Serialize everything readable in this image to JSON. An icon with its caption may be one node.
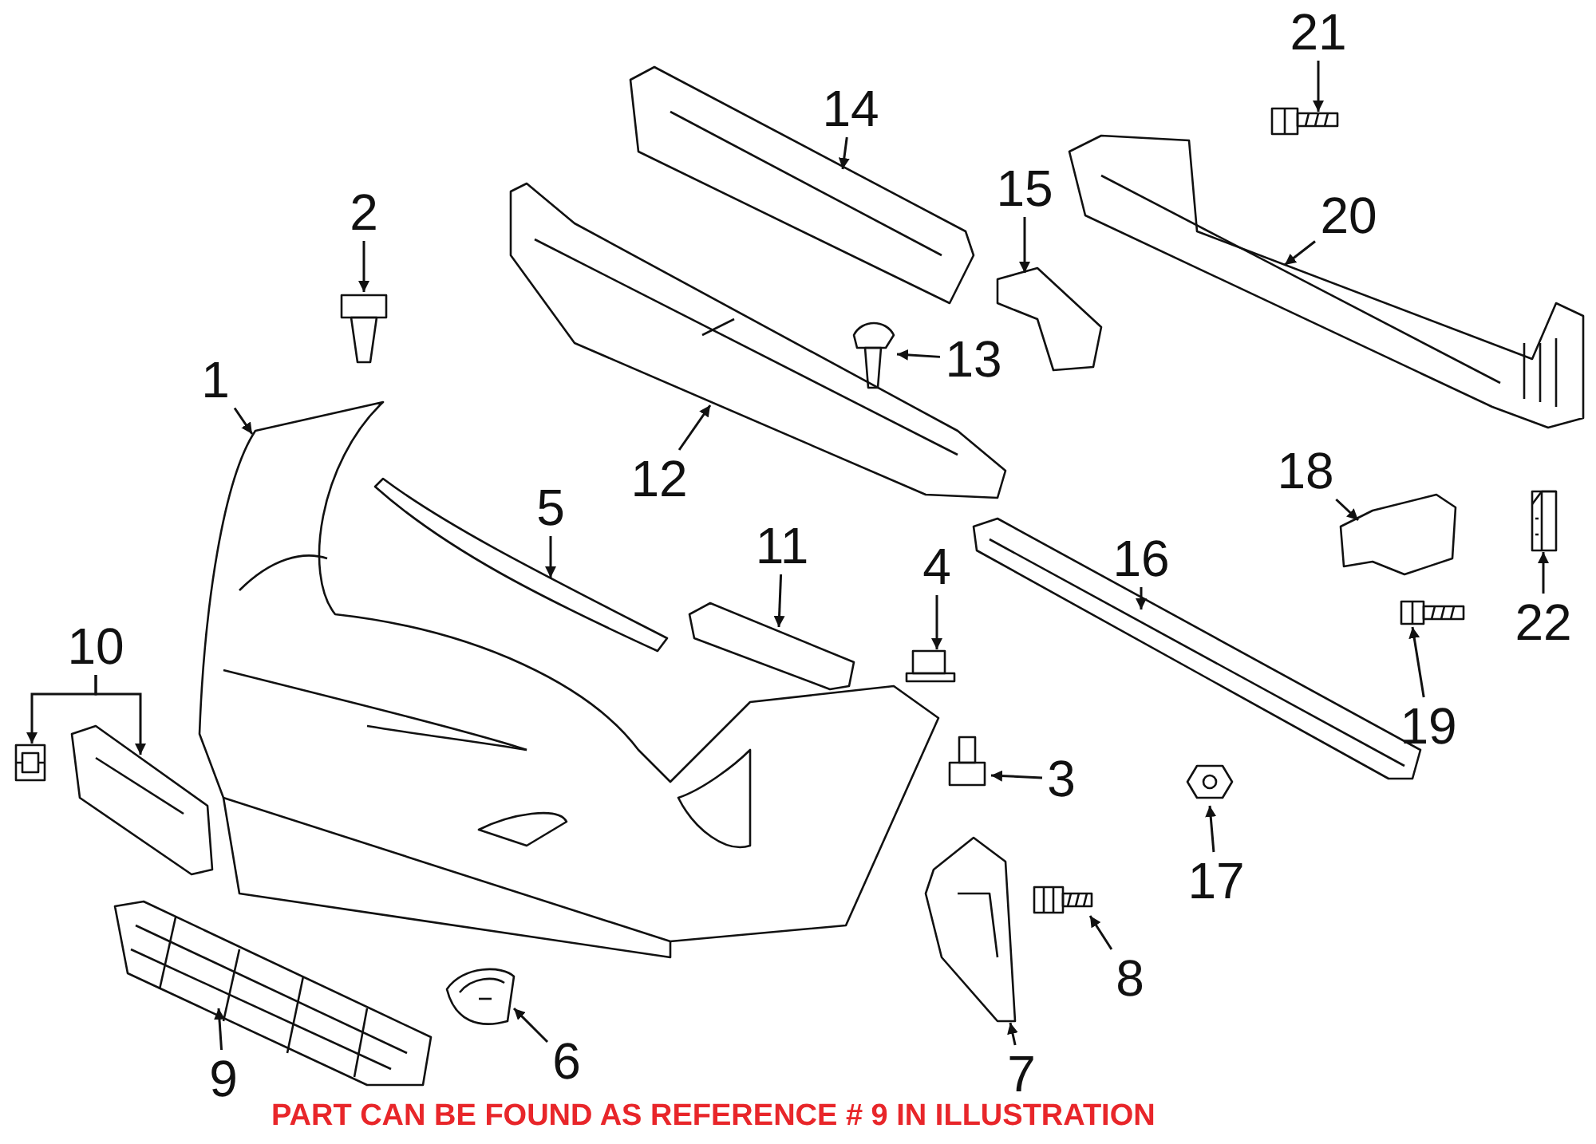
{
  "diagram": {
    "nodes": [
      {
        "text": [
          "1"
        ]
      },
      {
        "text": [],
        "shape": "picture"
      },
      {
        "text": [
          "2"
        ]
      },
      {
        "text": [],
        "shape": "picture"
      },
      {
        "text": [
          "3"
        ]
      },
      {
        "text": [],
        "shape": "picture"
      },
      {
        "text": [
          "4"
        ]
      },
      {
        "text": [],
        "shape": "picture"
      },
      {
        "text": [
          "5"
        ]
      },
      {
        "text": [],
        "shape": "picture"
      },
      {
        "text": [
          "6"
        ]
      },
      {
        "text": [],
        "shape": "picture"
      },
      {
        "text": [
          "7"
        ]
      },
      {
        "text": [],
        "shape": "picture"
      },
      {
        "text": [
          "8"
        ]
      },
      {
        "text": [],
        "shape": "picture"
      },
      {
        "text": [
          "9"
        ]
      },
      {
        "text": [],
        "shape": "picture"
      },
      {
        "text": [
          "10"
        ]
      },
      {
        "text": [],
        "shape": "picture"
      },
      {
        "text": [],
        "shape": "picture"
      },
      {
        "text": [
          "11"
        ]
      },
      {
        "text": [],
        "shape": "picture"
      },
      {
        "text": [
          "12"
        ]
      },
      {
        "text": [],
        "shape": "picture"
      },
      {
        "text": [
          "13"
        ]
      },
      {
        "text": [],
        "shape": "picture"
      },
      {
        "text": [
          "14"
        ]
      },
      {
        "text": [],
        "shape": "picture"
      },
      {
        "text": [
          "15"
        ]
      },
      {
        "text": [],
        "shape": "picture"
      },
      {
        "text": [
          "16"
        ]
      },
      {
        "text": [],
        "shape": "picture"
      },
      {
        "text": [
          "17"
        ]
      },
      {
        "text": [],
        "shape": "picture"
      },
      {
        "text": [
          "18"
        ]
      },
      {
        "text": [],
        "shape": "picture"
      },
      {
        "text": [
          "19"
        ]
      },
      {
        "text": [],
        "shape": "picture"
      },
      {
        "text": [
          "20"
        ]
      },
      {
        "text": [],
        "shape": "picture"
      },
      {
        "text": [
          "21"
        ]
      },
      {
        "text": [],
        "shape": "picture"
      },
      {
        "text": [
          "22"
        ]
      },
      {
        "text": [],
        "shape": "picture"
      }
    ],
    "edges": [
      {
        "from": 0,
        "to": 1,
        "arrow": "to"
      },
      {
        "from": 2,
        "to": 3,
        "arrow": "to"
      },
      {
        "from": 4,
        "to": 5,
        "arrow": "to"
      },
      {
        "from": 6,
        "to": 7,
        "arrow": "to"
      },
      {
        "from": 8,
        "to": 9,
        "arrow": "to"
      },
      {
        "from": 10,
        "to": 11,
        "arrow": "to"
      },
      {
        "from": 12,
        "to": 13,
        "arrow": "to"
      },
      {
        "from": 14,
        "to": 15,
        "arrow": "to"
      },
      {
        "from": 16,
        "to": 17,
        "arrow": "to"
      },
      {
        "from": 18,
        "to": 19,
        "arrow": "to"
      },
      {
        "from": 18,
        "to": 20,
        "arrow": "to"
      },
      {
        "from": 21,
        "to": 22,
        "arrow": "to"
      },
      {
        "from": 23,
        "to": 24,
        "arrow": "to"
      },
      {
        "from": 25,
        "to": 26,
        "arrow": "to"
      },
      {
        "from": 27,
        "to": 28,
        "arrow": "to"
      },
      {
        "from": 29,
        "to": 30,
        "arrow": "to"
      },
      {
        "from": 31,
        "to": 32,
        "arrow": "to"
      },
      {
        "from": 33,
        "to": 34,
        "arrow": "to"
      },
      {
        "from": 35,
        "to": 36,
        "arrow": "to"
      },
      {
        "from": 37,
        "to": 38,
        "arrow": "to"
      },
      {
        "from": 39,
        "to": 40,
        "arrow": "to"
      },
      {
        "from": 41,
        "to": 42,
        "arrow": "to"
      },
      {
        "from": 43,
        "to": 44,
        "arrow": "to"
      }
    ],
    "labels": [
      "PART CAN BE FOUND AS REFERENCE # 9 IN ILLUSTRATION"
    ]
  }
}
